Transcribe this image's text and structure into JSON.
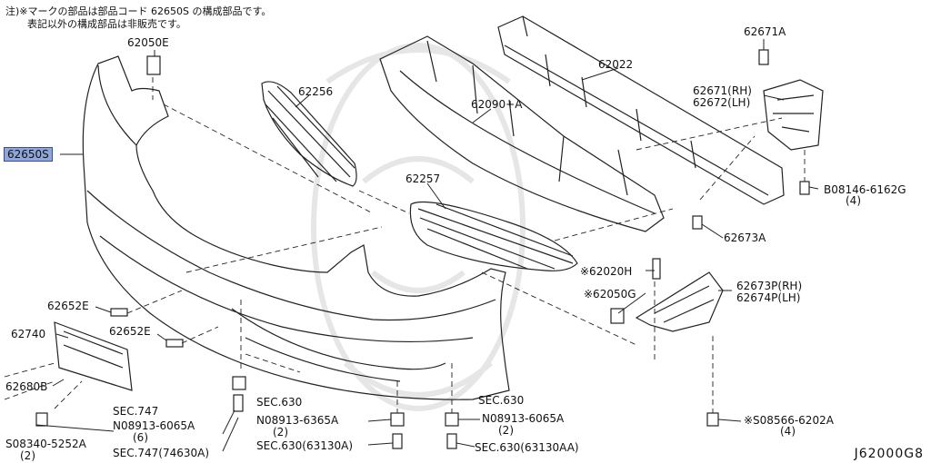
{
  "notes": {
    "line1": "注)※マークの部品は部品コード 62650S の構成部品です。",
    "line2": "表記以外の構成部品は非販売です。"
  },
  "labels": {
    "p62050E": "62050E",
    "p62256": "62256",
    "p62022": "62022",
    "p62671A": "62671A",
    "p62090A": "62090+A",
    "p62671RH": "62671(RH)",
    "p62672LH": "62672(LH)",
    "p62650S": "62650S",
    "p62257": "62257",
    "p08146": "B08146-6162G",
    "p08146qty": "(4)",
    "p62673A": "62673A",
    "p62020H": "※62020H",
    "p62050G": "※62050G",
    "p62673P": "62673P(RH)",
    "p62674P": "62674P(LH)",
    "p62652E_1": "62652E",
    "p62740": "62740",
    "p62652E_2": "62652E",
    "p62680B": "62680B",
    "sec747a": "SEC.747",
    "n08913a": "N08913-6065A",
    "n08913aqty": "(6)",
    "sec747b": "SEC.747(74630A)",
    "s08340": "S08340-5252A",
    "s08340qty": "(2)",
    "sec630a": "SEC.630",
    "n08913b": "N08913-6365A",
    "n08913bqty": "(2)",
    "sec630b": "SEC.630(63130A)",
    "sec630c": "SEC.630",
    "n08913c": "N08913-6065A",
    "n08913cqty": "(2)",
    "sec630d": "SEC.630(63130AA)",
    "s08566": "※S08566-6202A",
    "s08566qty": "(4)"
  },
  "diagram_code": "J62000G8",
  "colors": {
    "line": "#222222",
    "highlight": "#8fa6d8",
    "watermark": "#e6e6e6"
  }
}
